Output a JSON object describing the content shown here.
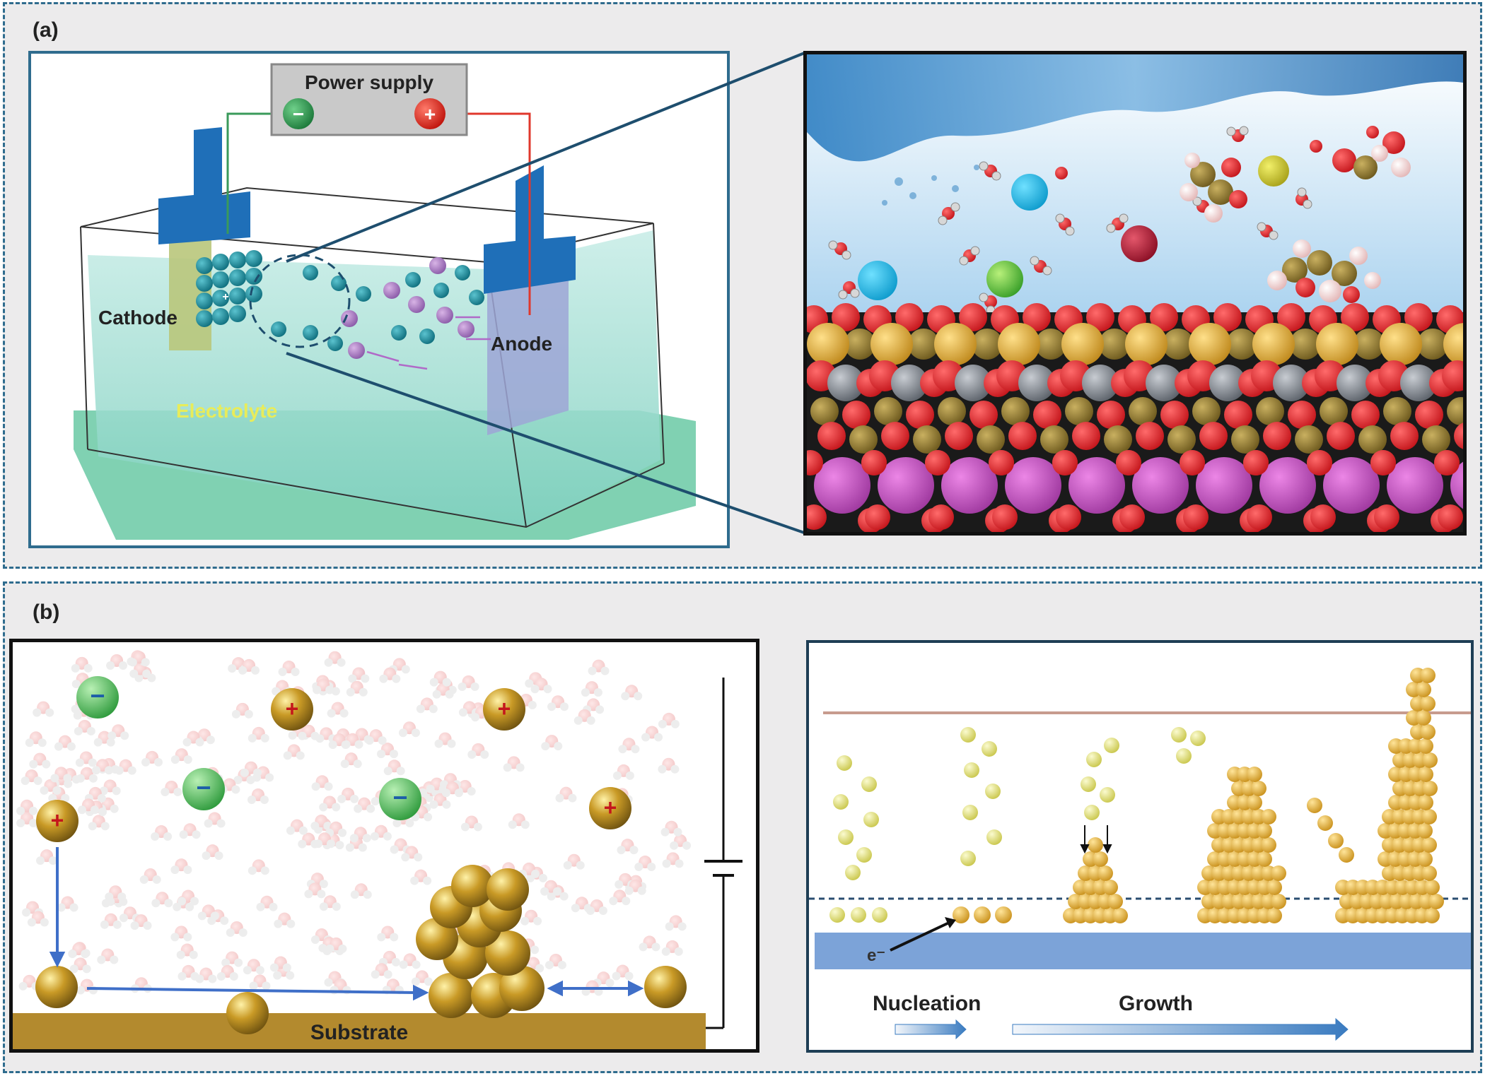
{
  "panel_a": {
    "label": "(a)",
    "power_supply": "Power supply",
    "negative_sign": "−",
    "positive_sign": "+",
    "cathode": "Cathode",
    "anode": "Anode",
    "electrolyte": "Electrolyte"
  },
  "panel_b": {
    "label": "(b)",
    "substrate": "Substrate",
    "nucleation": "Nucleation",
    "growth": "Growth",
    "electron": "e⁻",
    "plus_sign": "+",
    "minus_sign": "−"
  },
  "colors": {
    "frame_border": "#2f6c8e",
    "frame_fill": "#ecebec",
    "electrolyte": "#9fdccf",
    "electrode": "#1f6fb8",
    "cation": "#b08a1e",
    "anion": "#3aa84a",
    "substrate": "#b38a2e",
    "nucleus": "#e6e383"
  }
}
